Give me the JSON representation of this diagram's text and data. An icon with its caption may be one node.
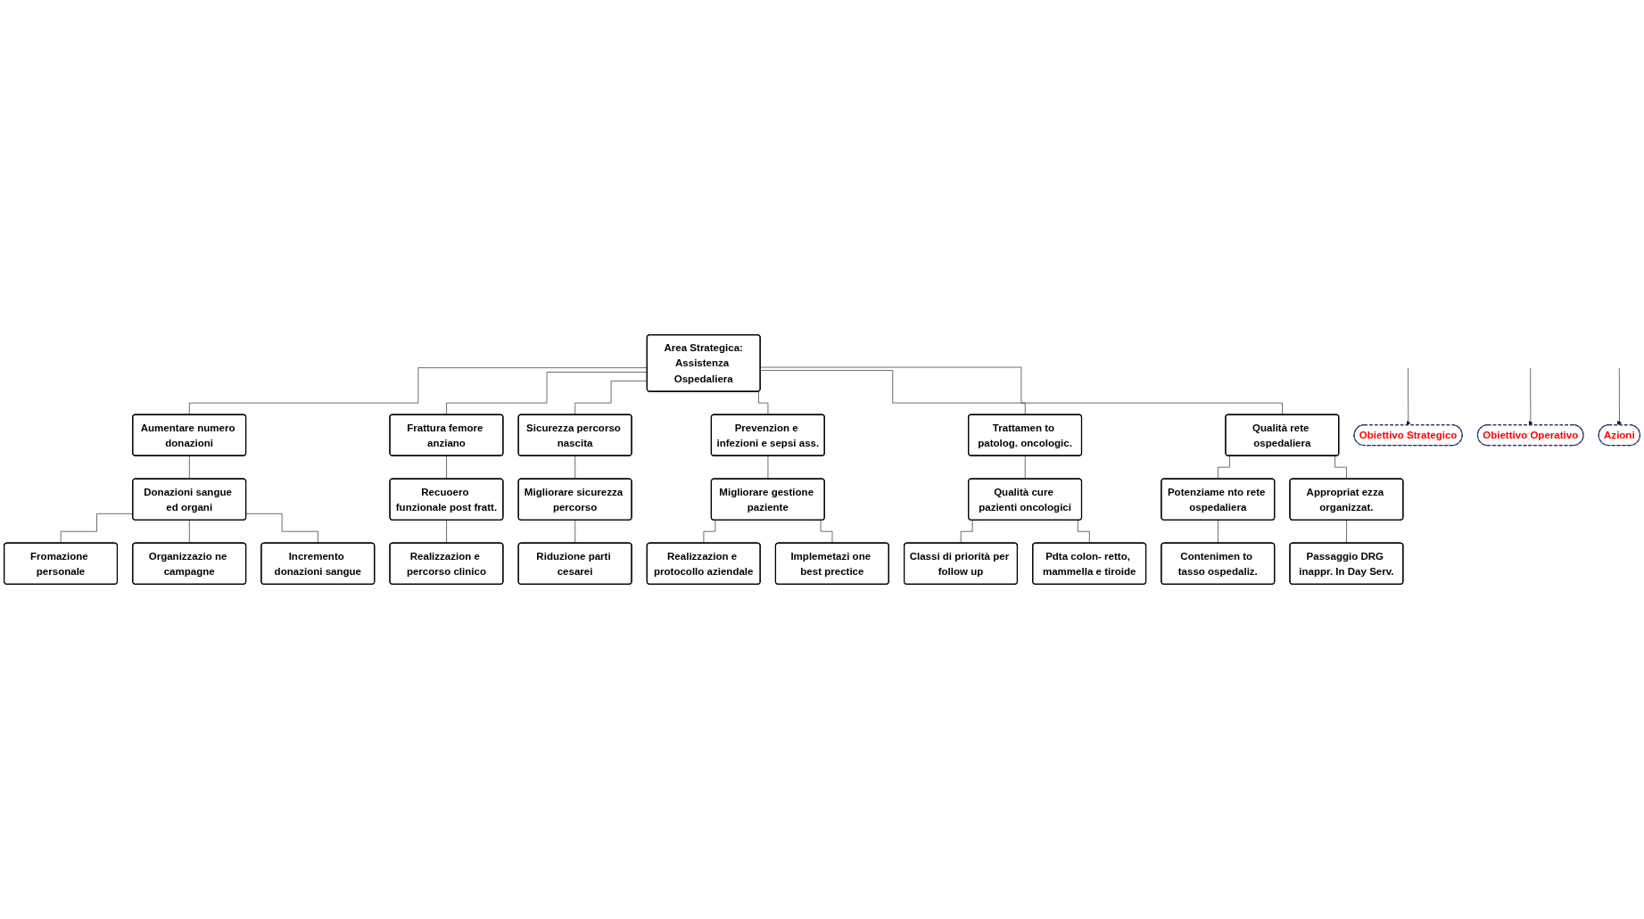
{
  "diagram": {
    "nodes": [
      {
        "text": [
          "Area Strategica:",
          "Assistenza Ospedaliera"
        ]
      },
      {
        "text": [
          "Aumentare numero donazioni"
        ]
      },
      {
        "text": [
          "Frattura femore anziano"
        ]
      },
      {
        "text": [
          "Sicurezza percorso nascita"
        ]
      },
      {
        "text": [
          "Prevenzion e infezioni e sepsi ass."
        ]
      },
      {
        "text": [
          "Trattamen to patolog. oncologic."
        ]
      },
      {
        "text": [
          "Qualità rete ospedaliera"
        ]
      },
      {
        "text": [
          "Obiettivo Strategico"
        ]
      },
      {
        "text": [
          "Donazioni sangue ed organi"
        ]
      },
      {
        "text": [
          "Recuoero funzionale post fratt."
        ]
      },
      {
        "text": [
          "Migliorare sicurezza percorso"
        ]
      },
      {
        "text": [
          "Migliorare gestione paziente"
        ]
      },
      {
        "text": [
          "Qualità cure pazienti oncologici"
        ]
      },
      {
        "text": [
          "Potenziame nto rete ospedaliera"
        ]
      },
      {
        "text": [
          "Appropriat ezza organizzat."
        ]
      },
      {
        "text": [
          "Obiettivo Operativo"
        ]
      },
      {
        "text": [
          "Fromazione personale"
        ]
      },
      {
        "text": [
          "Realizzazion e percorso clinico"
        ]
      },
      {
        "text": [
          "Riduzione parti cesarei"
        ]
      },
      {
        "text": [
          "Realizzazion e protocollo aziendale"
        ]
      },
      {
        "text": [
          "Classi di priorità per follow up"
        ]
      },
      {
        "text": [
          "Contenimen to tasso ospedaliz."
        ]
      },
      {
        "text": [
          "Passaggio DRG inappr. In Day Serv."
        ]
      },
      {
        "text": [
          "Organizzazio ne campagne"
        ]
      },
      {
        "text": [
          "Implemetazi one best prectice"
        ]
      },
      {
        "text": [
          "Pdta colon- retto, mammella e tiroide"
        ]
      },
      {
        "text": [
          "Azioni"
        ]
      },
      {
        "text": [
          "Incremento donazioni sangue"
        ]
      }
    ],
    "edges": [
      {
        "from": 0,
        "to": 1,
        "arrow": "none"
      },
      {
        "from": 0,
        "to": 2,
        "arrow": "none"
      },
      {
        "from": 0,
        "to": 3,
        "arrow": "none"
      },
      {
        "from": 0,
        "to": 4,
        "arrow": "none"
      },
      {
        "from": 0,
        "to": 5,
        "arrow": "none"
      },
      {
        "from": 0,
        "to": 6,
        "arrow": "none"
      },
      {
        "from": 1,
        "to": 8,
        "arrow": "none"
      },
      {
        "from": 8,
        "to": 16,
        "arrow": "none"
      },
      {
        "from": 8,
        "to": 23,
        "arrow": "none"
      },
      {
        "from": 8,
        "to": 27,
        "arrow": "none"
      },
      {
        "from": 2,
        "to": 9,
        "arrow": "none"
      },
      {
        "from": 9,
        "to": 17,
        "arrow": "none"
      },
      {
        "from": 3,
        "to": 10,
        "arrow": "none"
      },
      {
        "from": 10,
        "to": 18,
        "arrow": "none"
      },
      {
        "from": 4,
        "to": 11,
        "arrow": "none"
      },
      {
        "from": 11,
        "to": 19,
        "arrow": "none"
      },
      {
        "from": 11,
        "to": 24,
        "arrow": "none"
      },
      {
        "from": 5,
        "to": 12,
        "arrow": "none"
      },
      {
        "from": 12,
        "to": 20,
        "arrow": "none"
      },
      {
        "from": 12,
        "to": 25,
        "arrow": "none"
      },
      {
        "from": 6,
        "to": 13,
        "arrow": "none"
      },
      {
        "from": 6,
        "to": 14,
        "arrow": "none"
      },
      {
        "from": 13,
        "to": 21,
        "arrow": "none"
      },
      {
        "from": 14,
        "to": 22,
        "arrow": "none"
      },
      {
        "from": null,
        "to": 7,
        "arrow": "to"
      },
      {
        "from": null,
        "to": 15,
        "arrow": "to"
      },
      {
        "from": null,
        "to": 26,
        "arrow": "to"
      }
    ]
  }
}
